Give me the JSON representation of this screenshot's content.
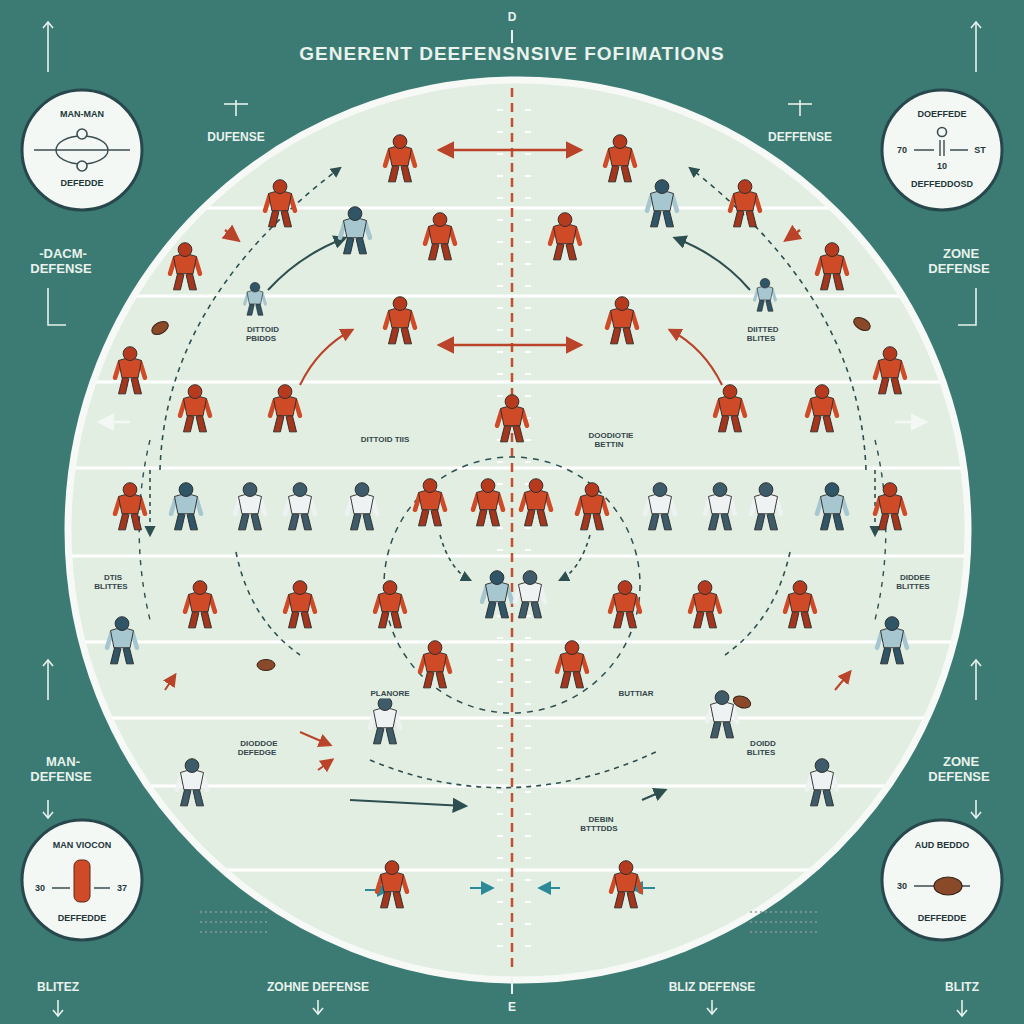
{
  "diagram": {
    "title": "GENERENT DEEFENSNSIVE FOFIMATIONS",
    "nodes": [
      {
        "text": [
          "MAN-MAN",
          "DEFEDDE"
        ]
      },
      {
        "text": [
          "DOEFFEDE",
          "70",
          "10",
          "ST",
          "DEFFEDDOSD"
        ]
      },
      {
        "text": [
          "MAN VIOCON",
          "30",
          "37",
          "DEFFEDDE"
        ]
      },
      {
        "text": [
          "AUD BEDDO",
          "30",
          "DEFFEDDE"
        ]
      }
    ],
    "labels": [
      "D",
      "DUFENSE",
      "DEFFENSE",
      "-DACM- DEFENSE",
      "ZONE DEFENSE",
      "DITTOID PBIDDS",
      "DIITTED BLITES",
      "DITTOID TIIS",
      "DOODIOTIE BETTIN",
      "DTIS BLITTES",
      "DIDDEE BLITTES",
      "PLANORE",
      "BUTTIAR",
      "DIODDOE DEFEDGE",
      "DOIDD BLITES",
      "MAN- DEFENSE",
      "ZONE DEFENSE",
      "DEBIN BTTTDDS",
      "BLITEZ",
      "ZOHNE DEFENSE",
      "BLIZ DEFENSE",
      "BLITZ",
      "E"
    ]
  }
}
